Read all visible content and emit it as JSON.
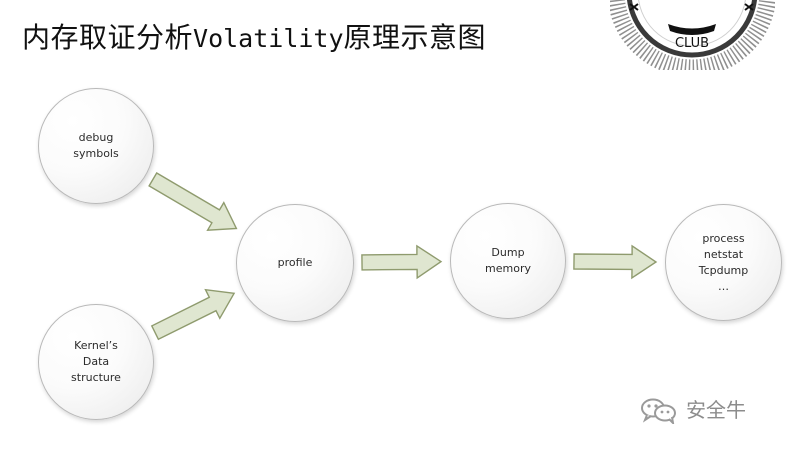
{
  "slide": {
    "title_zh_prefix": "内存取证分析",
    "title_ascii": "Volatility",
    "title_zh_suffix": "原理示意图"
  },
  "logo": {
    "text": "CLUB"
  },
  "diagram": {
    "nodes": [
      {
        "id": "debug_symbols",
        "label": "debug\nsymbols"
      },
      {
        "id": "kernel_data_structure",
        "label": "Kernel’s\nData\nstructure"
      },
      {
        "id": "profile",
        "label": "profile"
      },
      {
        "id": "dump_memory",
        "label": "Dump\nmemory"
      },
      {
        "id": "analysis_tools",
        "label": "process\nnetstat\nTcpdump\n…"
      }
    ],
    "edges": [
      {
        "from": "debug_symbols",
        "to": "profile"
      },
      {
        "from": "kernel_data_structure",
        "to": "profile"
      },
      {
        "from": "profile",
        "to": "dump_memory"
      },
      {
        "from": "dump_memory",
        "to": "analysis_tools"
      }
    ]
  },
  "watermark": {
    "icon": "wechat-icon",
    "text": "安全牛"
  },
  "colors": {
    "arrow_fill": "#dfe6d0",
    "arrow_stroke": "#8f9b6e",
    "node_border": "#b9b9b9",
    "watermark_text": "#8c8c8c",
    "logo_ring": "#8f8f8f"
  }
}
